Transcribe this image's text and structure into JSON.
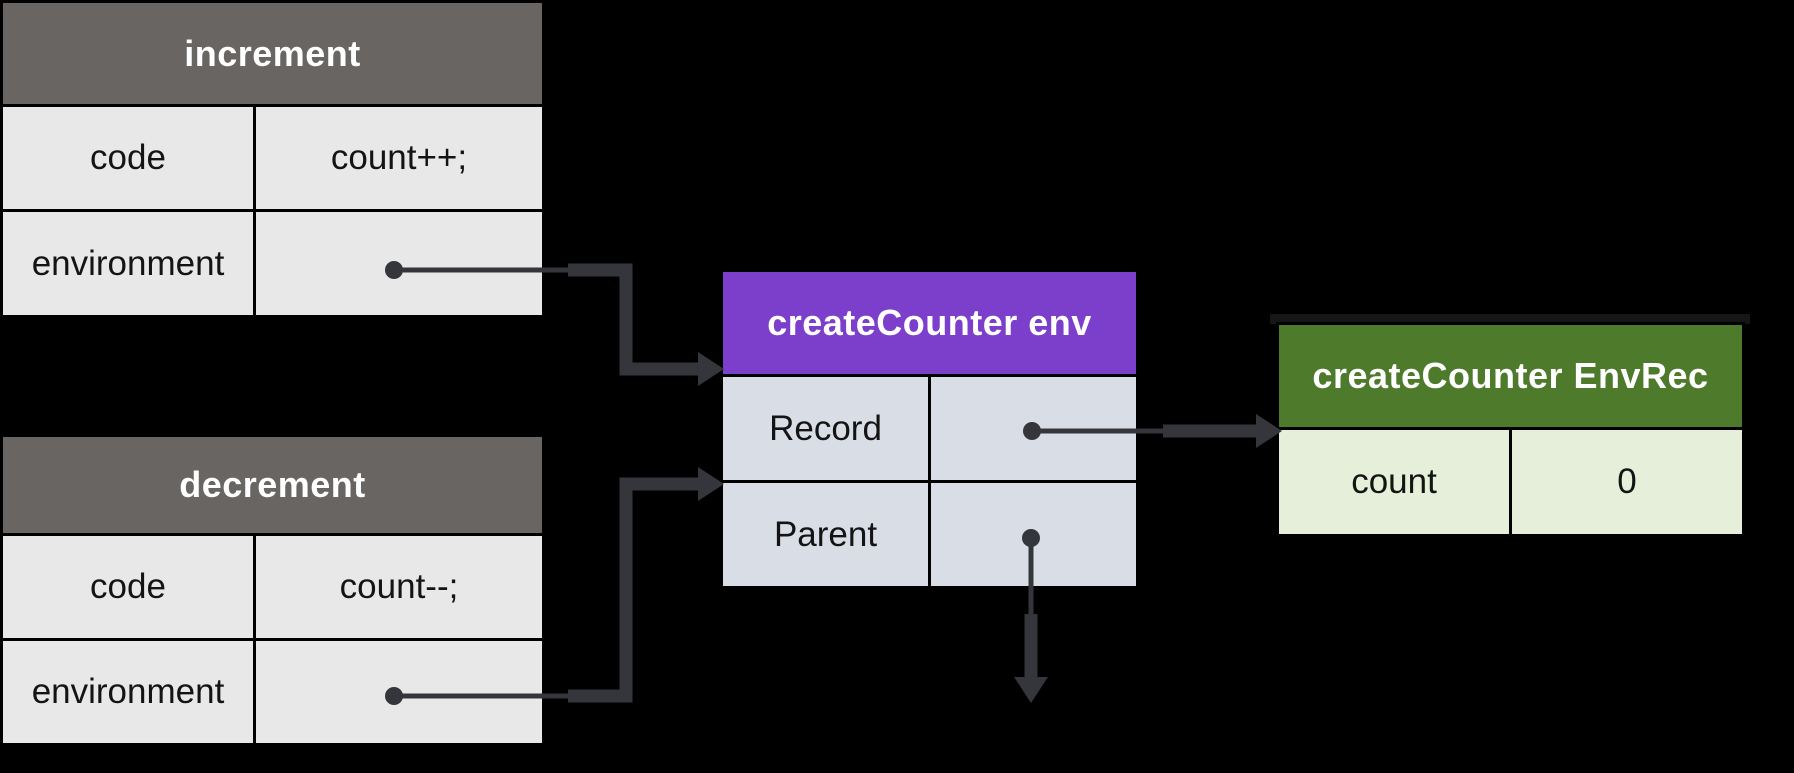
{
  "colors": {
    "background": "#000000",
    "connector": "#35363b",
    "function_header": "#696563",
    "function_row": "#e9e8e8",
    "env_header": "#7c3fcb",
    "env_row": "#d9dde6",
    "envrec_header": "#4e7a2c",
    "envrec_row": "#e6efd9",
    "header_text": "#ffffff",
    "cell_text": "#141414"
  },
  "tables": {
    "increment": {
      "title": "increment",
      "rows": [
        {
          "label": "code",
          "value": "count++;"
        },
        {
          "label": "environment",
          "value": ""
        }
      ]
    },
    "decrement": {
      "title": "decrement",
      "rows": [
        {
          "label": "code",
          "value": "count--;"
        },
        {
          "label": "environment",
          "value": ""
        }
      ]
    },
    "env": {
      "title": "createCounter env",
      "rows": [
        {
          "label": "Record",
          "value": ""
        },
        {
          "label": "Parent",
          "value": ""
        }
      ]
    },
    "envrec": {
      "title": "createCounter EnvRec",
      "rows": [
        {
          "label": "count",
          "value": "0"
        }
      ]
    }
  },
  "connectors": [
    {
      "id": "increment-environment-pointer",
      "from": "increment environment",
      "to": "createCounter env",
      "shape": "elbow-right-arrow"
    },
    {
      "id": "decrement-environment-pointer",
      "from": "decrement environment",
      "to": "createCounter env",
      "shape": "elbow-right-arrow"
    },
    {
      "id": "env-record-pointer",
      "from": "createCounter env Record",
      "to": "createCounter EnvRec",
      "shape": "straight-right-arrow"
    },
    {
      "id": "env-parent-pointer",
      "from": "createCounter env Parent",
      "to": "points-down-offscreen",
      "shape": "straight-down-arrow"
    }
  ]
}
